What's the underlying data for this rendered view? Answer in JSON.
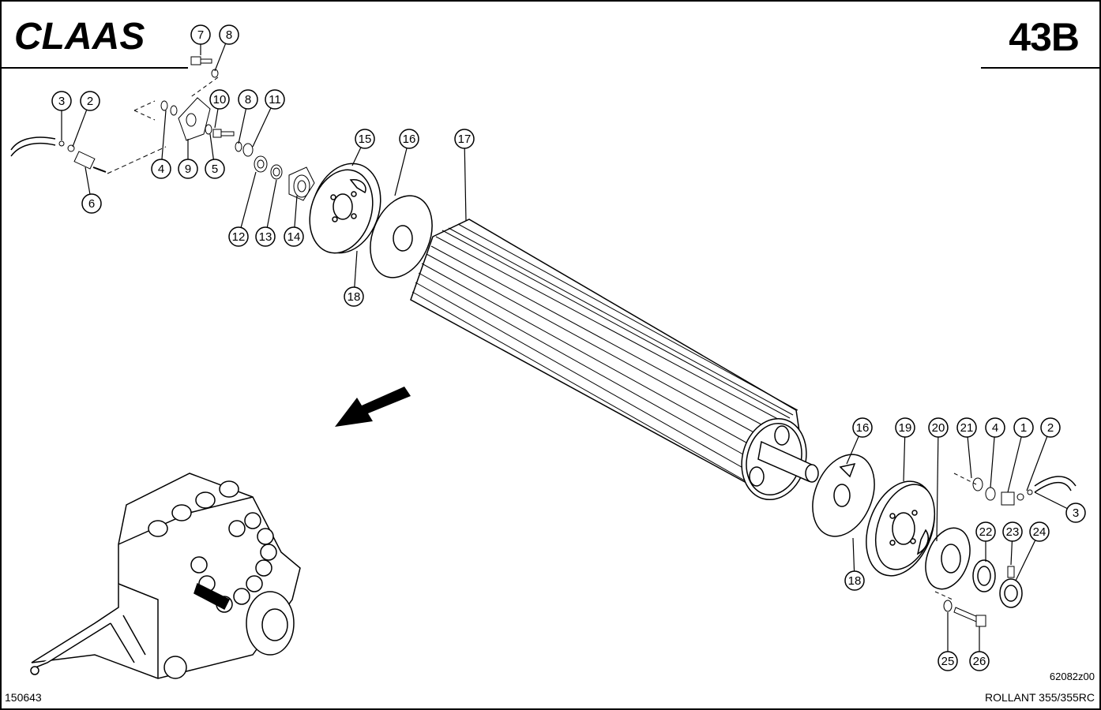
{
  "header": {
    "logo_text": "CLAAS",
    "page_label": "43B"
  },
  "footer": {
    "figure_number": "150643",
    "drawing_code": "62082z00",
    "model": "ROLLANT 355/355RC"
  },
  "callouts": [
    {
      "id": "c7",
      "label": "7"
    },
    {
      "id": "c8a",
      "label": "8"
    },
    {
      "id": "c3a",
      "label": "3"
    },
    {
      "id": "c2a",
      "label": "2"
    },
    {
      "id": "c10",
      "label": "10"
    },
    {
      "id": "c8b",
      "label": "8"
    },
    {
      "id": "c11",
      "label": "11"
    },
    {
      "id": "c4a",
      "label": "4"
    },
    {
      "id": "c9",
      "label": "9"
    },
    {
      "id": "c5",
      "label": "5"
    },
    {
      "id": "c6",
      "label": "6"
    },
    {
      "id": "c15",
      "label": "15"
    },
    {
      "id": "c16a",
      "label": "16"
    },
    {
      "id": "c17",
      "label": "17"
    },
    {
      "id": "c12",
      "label": "12"
    },
    {
      "id": "c13",
      "label": "13"
    },
    {
      "id": "c14",
      "label": "14"
    },
    {
      "id": "c18a",
      "label": "18"
    },
    {
      "id": "c16b",
      "label": "16"
    },
    {
      "id": "c19",
      "label": "19"
    },
    {
      "id": "c20",
      "label": "20"
    },
    {
      "id": "c21",
      "label": "21"
    },
    {
      "id": "c4b",
      "label": "4"
    },
    {
      "id": "c1",
      "label": "1"
    },
    {
      "id": "c2b",
      "label": "2"
    },
    {
      "id": "c3b",
      "label": "3"
    },
    {
      "id": "c22",
      "label": "22"
    },
    {
      "id": "c23",
      "label": "23"
    },
    {
      "id": "c24",
      "label": "24"
    },
    {
      "id": "c18b",
      "label": "18"
    },
    {
      "id": "c25",
      "label": "25"
    },
    {
      "id": "c26",
      "label": "26"
    }
  ]
}
